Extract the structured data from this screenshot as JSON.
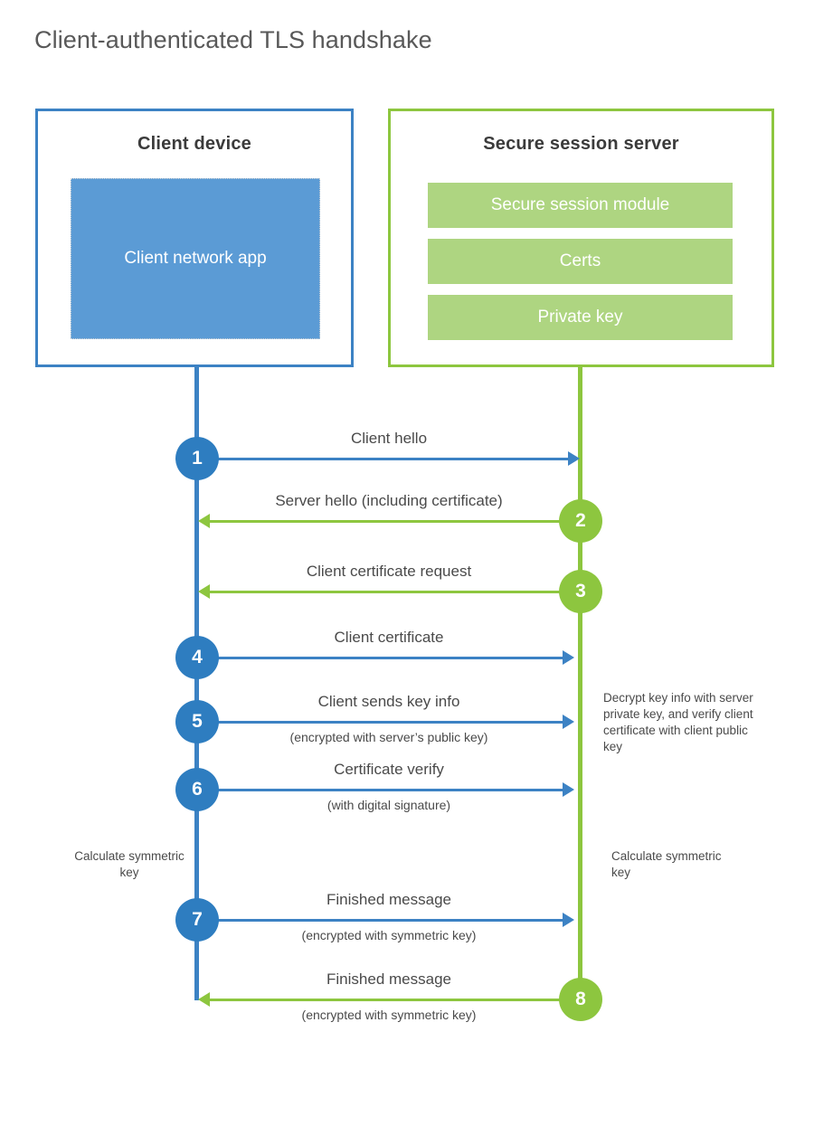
{
  "title": "Client-authenticated TLS handshake",
  "colors": {
    "client_blue": "#3c82c4",
    "client_badge_blue": "#2e7dc0",
    "client_app_fill": "#5b9bd5",
    "server_green": "#8dc63f",
    "server_mod_fill": "#aed581",
    "text_dark": "#3b3b3b",
    "text_body": "#4a4a4a",
    "title_gray": "#595959"
  },
  "client": {
    "title": "Client device",
    "app_label": "Client network app"
  },
  "server": {
    "title": "Secure session server",
    "modules": [
      {
        "label": "Secure session module"
      },
      {
        "label": "Certs"
      },
      {
        "label": "Private key"
      }
    ]
  },
  "messages": [
    {
      "step": "1",
      "label": "Client hello",
      "sublabel": "",
      "direction": "client-to-server"
    },
    {
      "step": "2",
      "label": "Server hello (including certificate)",
      "sublabel": "",
      "direction": "server-to-client"
    },
    {
      "step": "3",
      "label": "Client certificate request",
      "sublabel": "",
      "direction": "server-to-client"
    },
    {
      "step": "4",
      "label": "Client certificate",
      "sublabel": "",
      "direction": "client-to-server"
    },
    {
      "step": "5",
      "label": "Client sends key info",
      "sublabel": "(encrypted with server’s public key)",
      "direction": "client-to-server"
    },
    {
      "step": "6",
      "label": "Certificate verify",
      "sublabel": "(with digital signature)",
      "direction": "client-to-server"
    },
    {
      "step": "7",
      "label": "Finished message",
      "sublabel": "(encrypted with symmetric key)",
      "direction": "client-to-server"
    },
    {
      "step": "8",
      "label": "Finished message",
      "sublabel": "(encrypted with symmetric key)",
      "direction": "server-to-client"
    }
  ],
  "notes": {
    "server_decrypt": "Decrypt key info with server private key, and verify client certificate with client public key",
    "client_symmetric_key": "Calculate symmetric key",
    "server_symmetric_key": "Calculate symmetric key"
  }
}
